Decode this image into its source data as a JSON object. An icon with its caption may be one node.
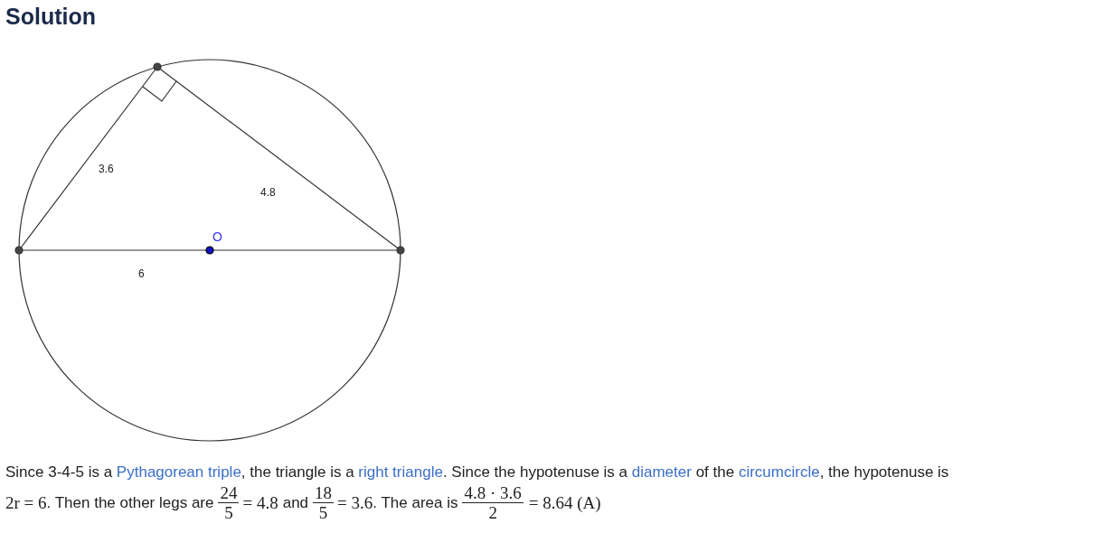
{
  "diagram": {
    "title": "Solution",
    "labels": [
      "3.6",
      "4.8",
      "O",
      "6",
      "Since 3-4-5 is a",
      "Pythagorean triple",
      ", the triangle is a",
      "right triangle",
      ". Since the hypotenuse is a",
      "diameter",
      "of the",
      "circumcircle",
      ", the hypotenuse is",
      "2r = 6",
      ". Then the other legs are",
      "24",
      "5",
      "= 4.8",
      "and",
      "18",
      "5",
      "= 3.6",
      ". The area is",
      "4.8 · 3.6",
      "2",
      "= 8.64 (A)"
    ]
  }
}
